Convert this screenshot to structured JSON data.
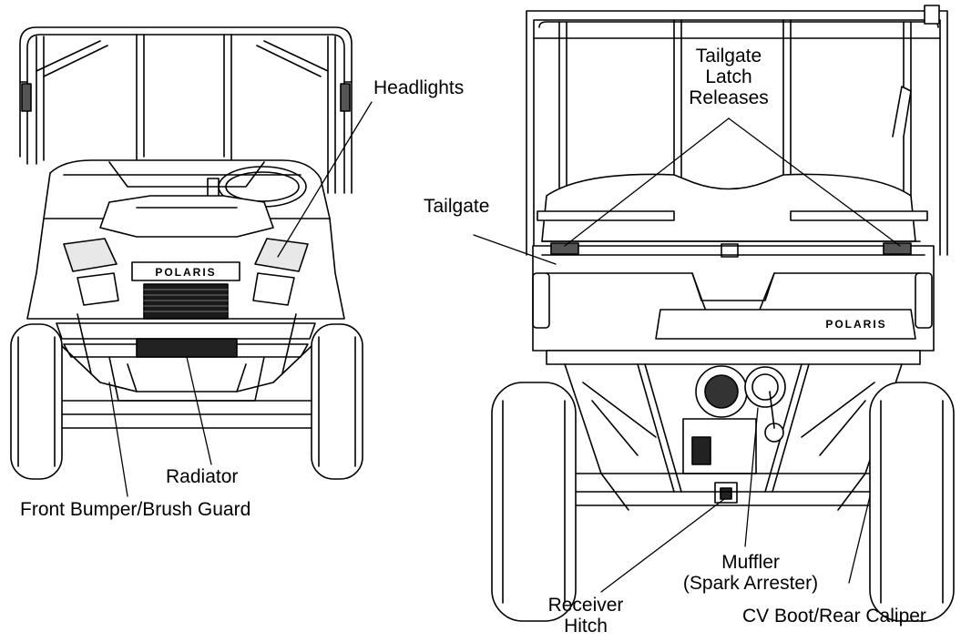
{
  "front_view": {
    "callouts": {
      "headlights": "Headlights",
      "radiator": "Radiator",
      "front_bumper": "Front Bumper/Brush Guard"
    },
    "brand_badge": "POLARIS"
  },
  "rear_view": {
    "callouts": {
      "tailgate_latch_releases": [
        "Tailgate",
        "Latch",
        "Releases"
      ],
      "tailgate": "Tailgate",
      "muffler": [
        "Muffler",
        "(Spark Arrester)"
      ],
      "receiver_hitch": [
        "Receiver",
        "Hitch"
      ],
      "cv_boot": "CV Boot/Rear Caliper"
    },
    "brand_badge": "POLARIS"
  }
}
